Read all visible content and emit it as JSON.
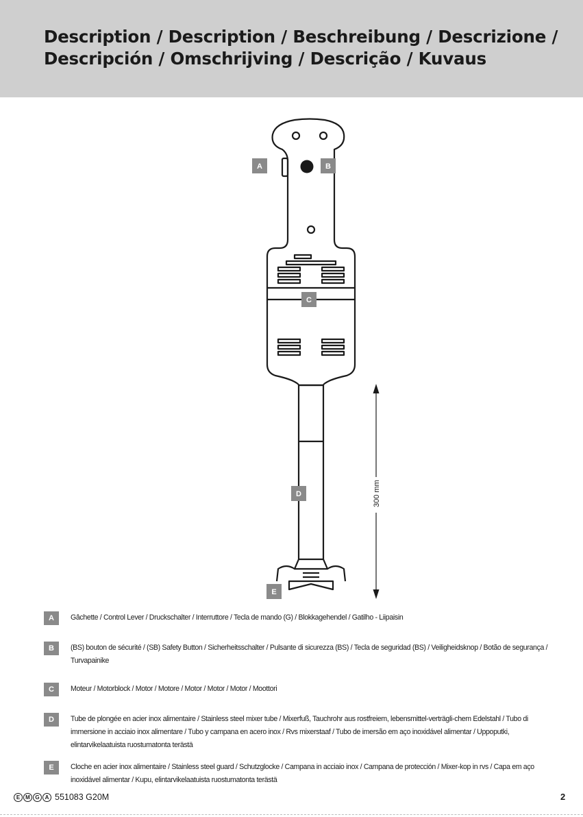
{
  "header": {
    "title": "Description / Description / Beschreibung / Descrizione / Descripción / Omschrijving / Descrição / Kuvaus"
  },
  "figure": {
    "callouts": {
      "a": "A",
      "b": "B",
      "c": "C",
      "d": "D",
      "e": "E"
    },
    "dimension_label": "300 mm"
  },
  "legend": [
    {
      "letter": "A",
      "text": "Gâchette / Control Lever / Druckschalter / Interruttore / Tecla de mando (G) / Blokkagehendel / Gatilho - Liipaisin"
    },
    {
      "letter": "B",
      "text": "(BS) bouton de sécurité / (SB) Safety Button / Sicherheitsschalter / Pulsante di sicurezza (BS) / Tecla de seguridad (BS) / Veiligheidsknop / Botão de segurança / Turvapainike"
    },
    {
      "letter": "C",
      "text": "Moteur / Motorblock / Motor / Motore / Motor / Motor / Motor / Moottori"
    },
    {
      "letter": "D",
      "text": "Tube de plongée en acier inox alimentaire / Stainless steel mixer tube / Mixerfuß, Tauchrohr aus rostfreiem, lebensmittel-verträgli-chem Edelstahl / Tubo di immersione in acciaio inox alimentare / Tubo y campana en acero inox / Rvs mixerstaaf / Tubo de imersão em aço inoxidável alimentar / Uppoputki, elintarvikelaatuista ruostumatonta terästä"
    },
    {
      "letter": "E",
      "text": "Cloche en acier inox alimentaire / Stainless steel guard / Schutzglocke / Campana in acciaio inox / Campana de protección / Mixer-kop in rvs / Capa em aço inoxidável alimentar / Kupu, elintarvikelaatuista ruostumatonta terästä"
    }
  ],
  "footer": {
    "cert_marks": [
      "E",
      "M",
      "G",
      "A"
    ],
    "model": "551083 G20M",
    "page_number": "2"
  }
}
